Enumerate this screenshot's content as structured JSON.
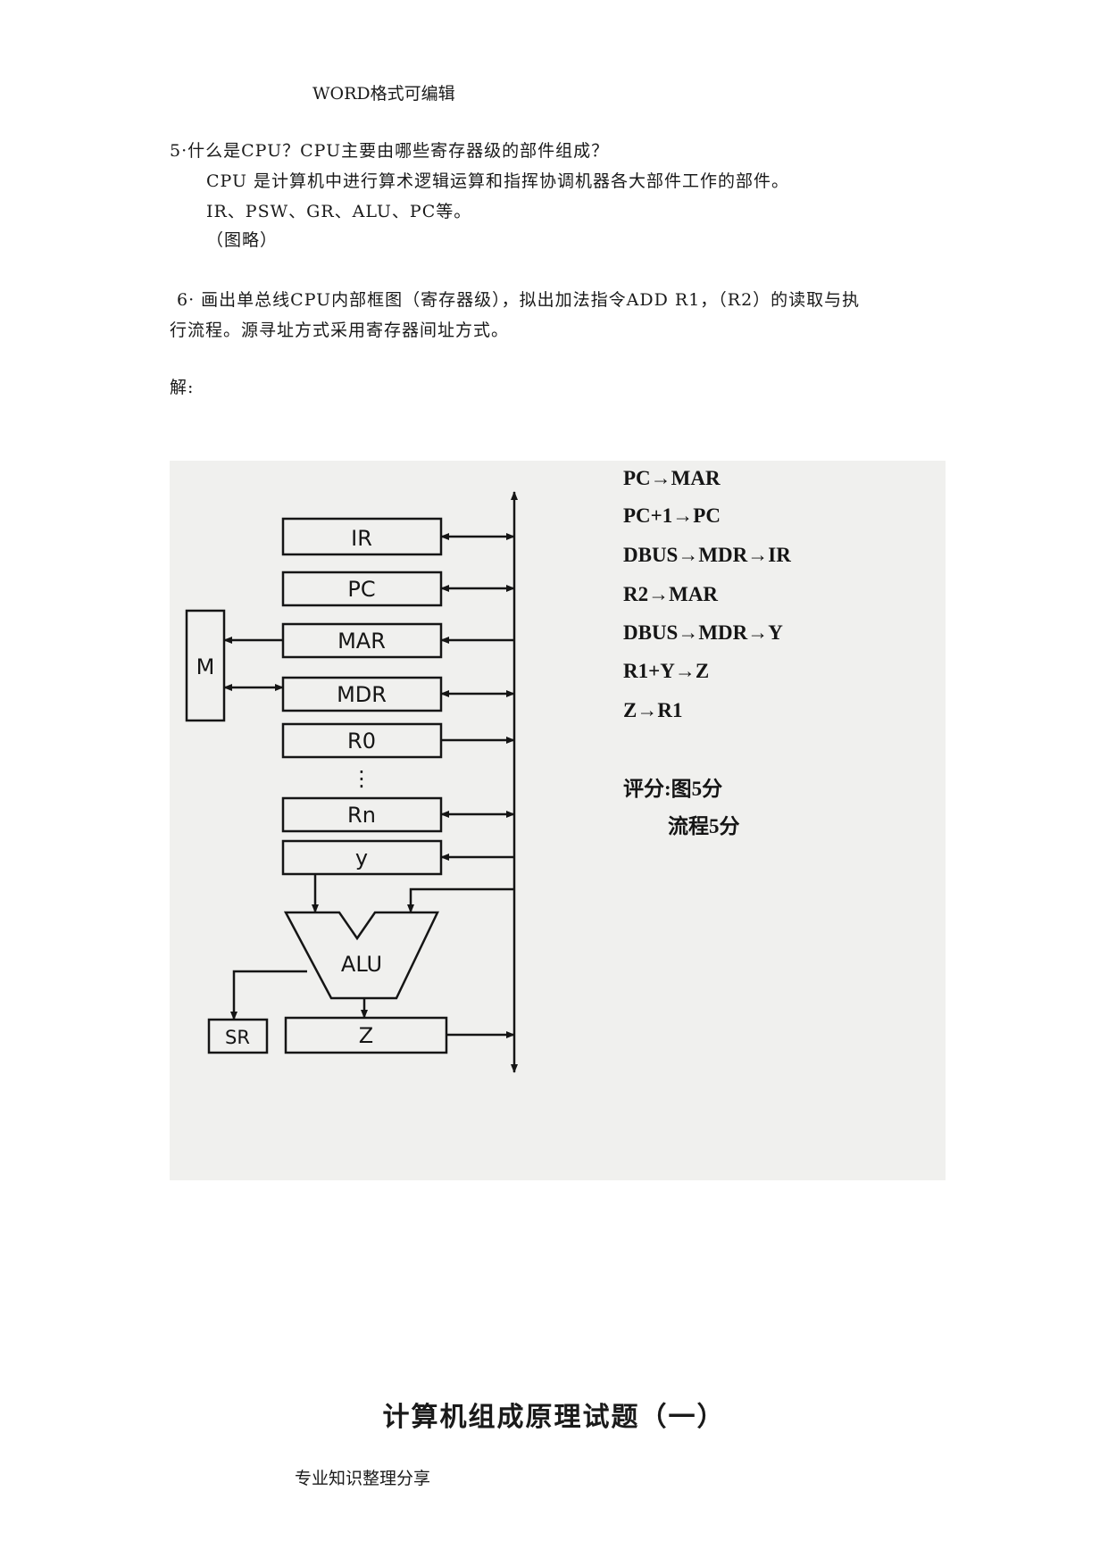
{
  "header": "WORD格式可编辑",
  "q5": {
    "question": "5·什么是CPU？CPU主要由哪些寄存器级的部件组成？",
    "answer_line1": "CPU 是计算机中进行算术逻辑运算和指挥协调机器各大部件工作的部件。",
    "answer_line2": "IR、PSW、GR、ALU、PC等。",
    "answer_line3": "（图略）"
  },
  "q6": {
    "question_line1": "6· 画出单总线CPU内部框图（寄存器级），拟出加法指令ADD  R1，（R2）的读取与执",
    "question_line2": "行流程。源寻址方式采用寄存器间址方式。",
    "solution_label": "解:"
  },
  "figure": {
    "registers": [
      "IR",
      "PC",
      "MAR",
      "MDR",
      "R0",
      "Rn",
      "y"
    ],
    "memory_label": "M",
    "alu_label": "ALU",
    "sr_label": "SR",
    "z_label": "Z",
    "dots": "⋮",
    "flow_steps": [
      "PC→MAR",
      "PC+1→PC",
      "DBUS→MDR→IR",
      "R2→MAR",
      "DBUS→MDR→Y",
      "R1+Y→Z",
      "Z→R1"
    ],
    "score_line1": "评分:图5分",
    "score_line2": "流程5分"
  },
  "title": "计算机组成原理试题（一）",
  "footer": "专业知识整理分享"
}
